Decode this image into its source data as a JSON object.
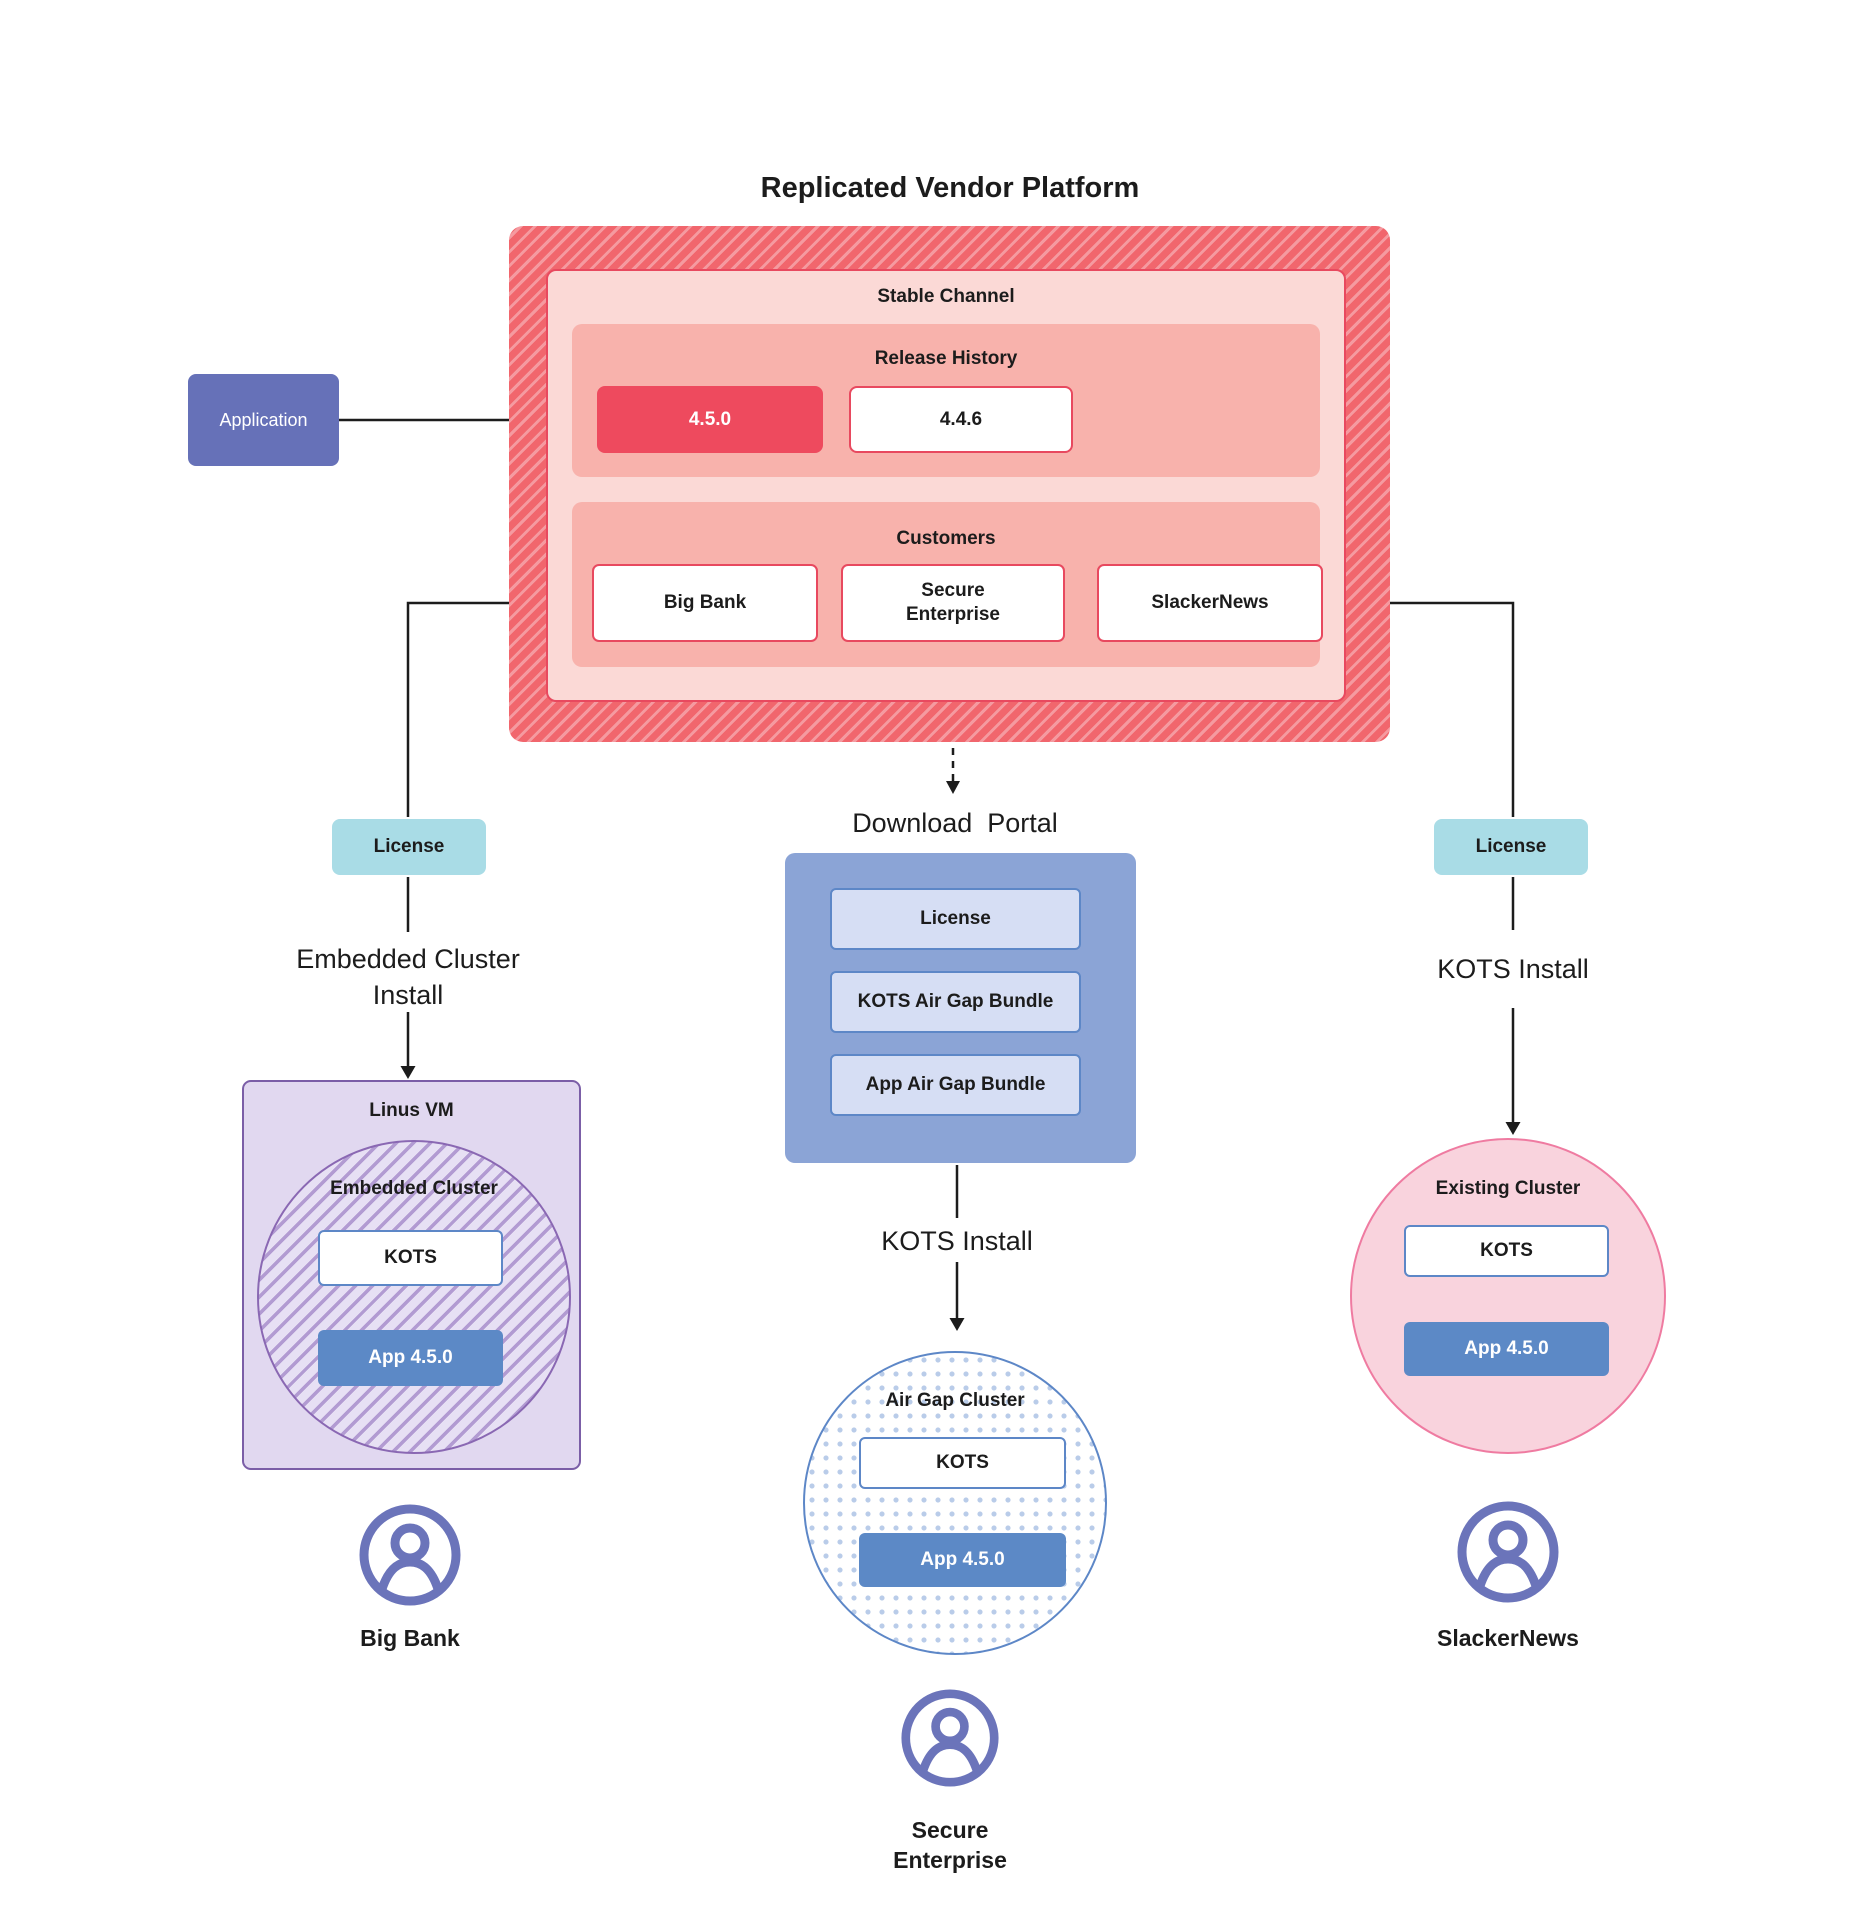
{
  "title": "Replicated Vendor Platform",
  "colors": {
    "stripe_red_dark": "#f1666d",
    "stripe_red_light": "#f59aa0",
    "stable_channel_fill": "#fbd9d6",
    "red_border": "#e8495f",
    "salmon_fill": "#f8b2ac",
    "release_highlight": "#ee4a5e",
    "application_purple": "#6671b8",
    "license_teal": "#a9dce6",
    "portal_blue": "#8ba4d6",
    "portal_item_fill": "#d6def4",
    "kots_border_blue": "#5d87c7",
    "app_node_blue": "#5c89c6",
    "linus_vm_fill": "#e1d8f0",
    "linus_vm_border": "#7b5ea7",
    "embedded_hatch_purple": "#b29bd2",
    "existing_cluster_pink": "#f9d3dd",
    "existing_cluster_border": "#ef7ba1",
    "airgap_dot_blue": "#b9cce9",
    "person_icon_purple": "#6b74ba",
    "connector_black": "#1c1c1c"
  },
  "application": {
    "label": "Application"
  },
  "platform": {
    "stable_channel_label": "Stable Channel",
    "release_history": {
      "label": "Release History",
      "releases": [
        {
          "version": "4.5.0",
          "highlight": true
        },
        {
          "version": "4.4.6",
          "highlight": false
        }
      ]
    },
    "customers": {
      "label": "Customers",
      "items": [
        "Big Bank",
        "Secure\nEnterprise",
        "SlackerNews"
      ]
    }
  },
  "download_portal": {
    "title": "Download  Portal",
    "items": [
      "License",
      "KOTS Air Gap Bundle",
      "App Air Gap Bundle"
    ]
  },
  "left_flow": {
    "license_label": "License",
    "install_label": "Embedded Cluster\nInstall",
    "vm_label": "Linus VM",
    "cluster_label": "Embedded Cluster",
    "kots_label": "KOTS",
    "app_label": "App 4.5.0",
    "customer": "Big Bank"
  },
  "middle_flow": {
    "install_label": "KOTS Install",
    "cluster_label": "Air Gap Cluster",
    "kots_label": "KOTS",
    "app_label": "App 4.5.0",
    "customer": "Secure\nEnterprise"
  },
  "right_flow": {
    "license_label": "License",
    "install_label": "KOTS Install",
    "cluster_label": "Existing Cluster",
    "kots_label": "KOTS",
    "app_label": "App 4.5.0",
    "customer": "SlackerNews"
  }
}
